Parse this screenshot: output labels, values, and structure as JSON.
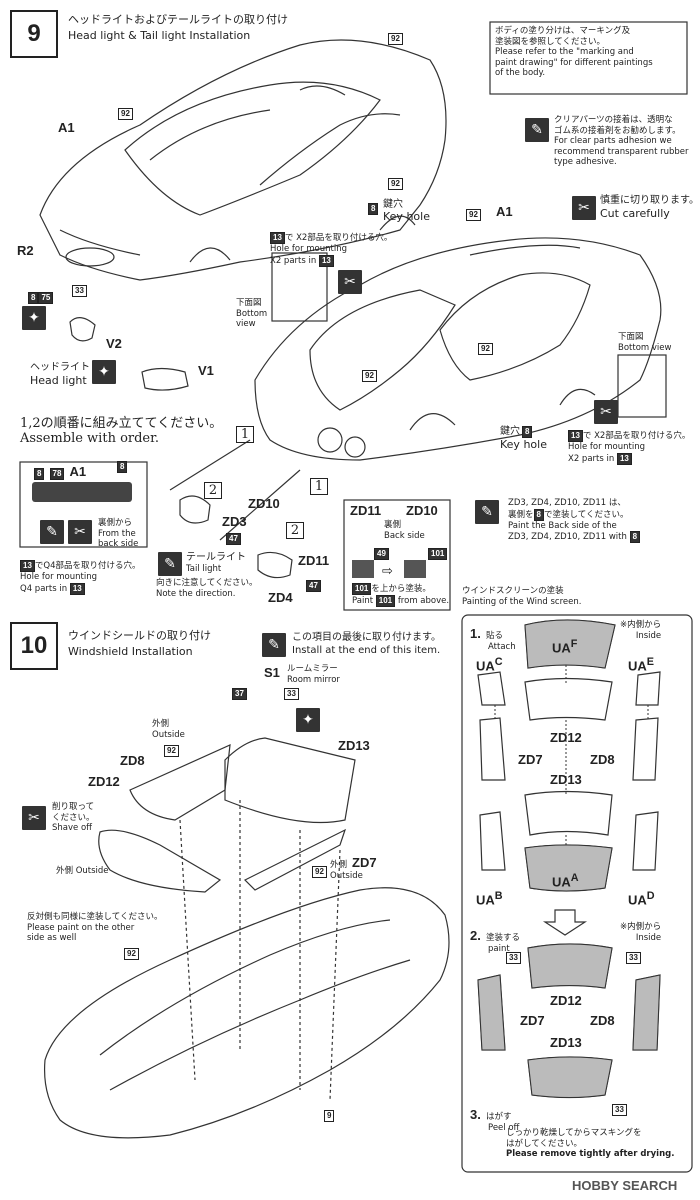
{
  "step9": {
    "num": "9",
    "title_jp": "ヘッドライトおよびテールライトの取り付け",
    "title_en": "Head light & Tail light Installation"
  },
  "notice": {
    "jp1": "ボディの塗り分けは、マーキング及",
    "jp2": "塗装図を参照してください。",
    "en1": "Please refer to the \"marking and",
    "en2": "paint drawing\" for different paintings",
    "en3": "of the body."
  },
  "clear_parts": {
    "jp1": "クリアパーツの接着は、透明な",
    "jp2": "ゴム系の接着剤をお勧めします。",
    "en1": "For clear parts adhesion we",
    "en2": "recommend transparent rubber",
    "en3": "type adhesive."
  },
  "cut": {
    "jp": "慎重に切り取ります。",
    "en": "Cut carefully"
  },
  "labels": {
    "a1": "A1",
    "r2": "R2",
    "v2": "V2",
    "v1": "V1",
    "p92": "92",
    "p8": "8",
    "p75": "75",
    "p33": "33",
    "p13": "13",
    "p78": "78",
    "p47": "47",
    "p49": "49",
    "p101": "101",
    "p37": "37",
    "p9": "9",
    "zd10": "ZD10",
    "zd3": "ZD3",
    "zd11": "ZD11",
    "zd4": "ZD4",
    "zd12": "ZD12",
    "zd13": "ZD13",
    "zd8": "ZD8",
    "zd7": "ZD7",
    "s1": "S1",
    "ua_a": "UA",
    "ua_b": "UA",
    "ua_c": "UA",
    "ua_d": "UA",
    "ua_e": "UA",
    "ua_f": "UA",
    "c_a": "A",
    "c_b": "B",
    "c_c": "C",
    "c_d": "D",
    "c_e": "E",
    "c_f": "F",
    "one": "1",
    "two": "2"
  },
  "keyhole": {
    "jp": "鍵穴",
    "en": "Key hole"
  },
  "x2hole": {
    "jp": "で X2部品を取り付ける穴。",
    "en1": "Hole for mounting",
    "en2": "X2 parts in"
  },
  "bottom": {
    "jp": "下面図",
    "en1": "Bottom",
    "en2": "view",
    "en_single": "Bottom view"
  },
  "headlight": {
    "jp": "ヘッドライト",
    "en": "Head light"
  },
  "assemble": {
    "jp": "1,2の順番に組み立ててください。",
    "en": "Assemble with order."
  },
  "backside": {
    "jp": "裏側から",
    "en1": "From the",
    "en2": "back side"
  },
  "q4hole": {
    "jp": "でQ4部品を取り付ける穴。",
    "en1": "Hole for mounting",
    "en2": "Q4 parts in"
  },
  "taillight": {
    "jp": "テールライト",
    "en": "Tail light"
  },
  "direction": {
    "jp": "向きに注意してください。",
    "en": "Note the direction."
  },
  "backside2": {
    "jp": "裏側",
    "en": "Back side"
  },
  "above": {
    "jp": "を上から塗装。",
    "en1": "Paint",
    "en2": "from above."
  },
  "zdpaint": {
    "jp1": "ZD3, ZD4, ZD10, ZD11 は、",
    "jp2": "裏側を",
    "jp3": "で塗装してください。",
    "en1": "Paint the Back side of the",
    "en2": "ZD3, ZD4, ZD10, ZD11 with"
  },
  "windpaint": {
    "jp": "ウインドスクリーンの塗装",
    "en": "Painting of the Wind screen."
  },
  "step10": {
    "num": "10",
    "title_jp": "ウインドシールドの取り付け",
    "title_en": "Windshield Installation"
  },
  "install_end": {
    "jp": "この項目の最後に取り付けます。",
    "en": "Install at the end of this item."
  },
  "mirror": {
    "jp": "ルームミラー",
    "en": "Room mirror"
  },
  "outside": {
    "jp": "外側",
    "en": "Outside"
  },
  "outside_combined": "外側 Outside",
  "shave": {
    "jp": "削り取って",
    "en1": "ください。",
    "en2": "Shave off"
  },
  "other_side": {
    "jp": "反対側も同様に塗装してください。",
    "en1": "Please paint on the other",
    "en2": "side as well"
  },
  "inside": {
    "jp": "※内側から",
    "en": "Inside"
  },
  "step_attach": {
    "num": "1.",
    "jp": "貼る",
    "en": "Attach"
  },
  "step_paint": {
    "num": "2.",
    "jp": "塗装する",
    "en": "paint"
  },
  "step_peel": {
    "num": "3.",
    "jp": "はがす",
    "en": "Peel off"
  },
  "peel_note": {
    "jp": "しっかり乾燥してからマスキングを",
    "jp2": "はがしてください。",
    "en": "Please remove tightly after drying."
  },
  "watermark": "HOBBY SEARCH"
}
